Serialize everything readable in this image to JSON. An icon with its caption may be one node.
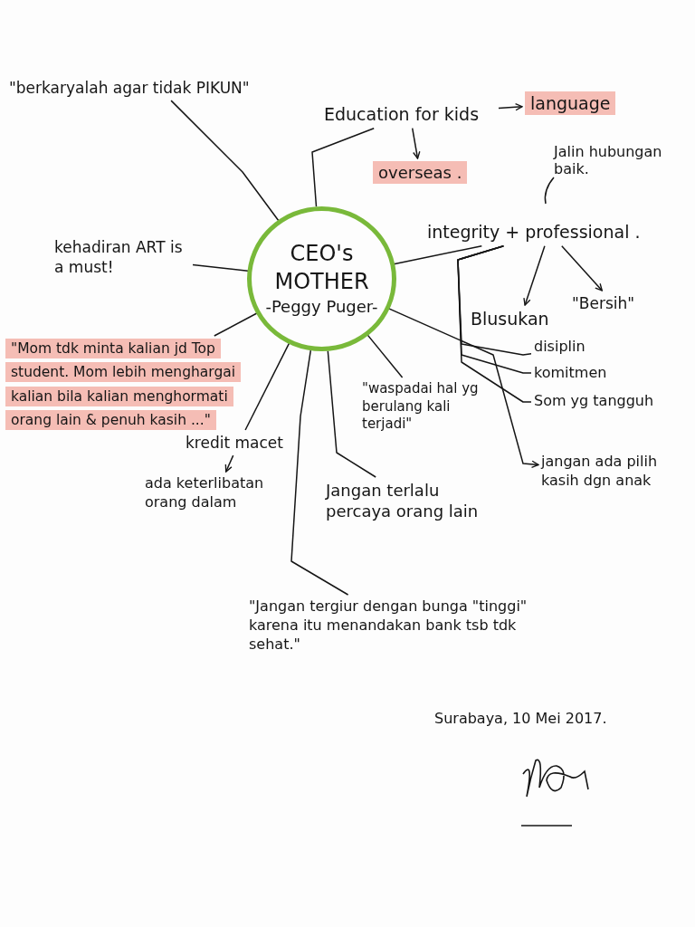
{
  "diagram": {
    "nodes": [
      {
        "text": [
          "CEO's MOTHER",
          "-Peggy Puger-"
        ]
      },
      {
        "text": [
          "\"berkaryalah agar tidak PIKUN\""
        ]
      },
      {
        "text": [
          "Education for kids"
        ]
      },
      {
        "text": [
          "language"
        ]
      },
      {
        "text": [
          "overseas ."
        ]
      },
      {
        "text": [
          "integrity + professional ."
        ]
      },
      {
        "text": [
          "Blusukan"
        ]
      },
      {
        "text": [
          "\"Bersih\""
        ]
      },
      {
        "text": [
          "disiplin"
        ]
      },
      {
        "text": [
          "komitmen"
        ]
      },
      {
        "text": [
          "Som yg tangguh"
        ]
      },
      {
        "text": [
          "kehadiran ART is a must!"
        ]
      },
      {
        "text": [
          "\"Mom tdk minta kalian jd Top student. Mom lebih menghargai kalian bila kalian menghormati orang lain & penuh kasih ...\""
        ]
      },
      {
        "text": [
          "kredit macet"
        ]
      },
      {
        "text": [
          "ada keterlibatan orang dalam"
        ]
      },
      {
        "text": [
          "\"waspadai hal yg berulang kali terjadi\""
        ]
      },
      {
        "text": [
          "Jangan terlalu percaya orang lain"
        ]
      },
      {
        "text": [
          "jangan ada pilih kasih dgn anak"
        ]
      },
      {
        "text": [
          "\"Jangan tergiur dengan bunga \"tinggi\" karena itu menandakan bank tsb tdk sehat.\""
        ]
      }
    ],
    "edges": [
      {
        "from": 0,
        "to": 1,
        "arrow": "none"
      },
      {
        "from": 0,
        "to": 2,
        "arrow": "none"
      },
      {
        "from": 2,
        "to": 3,
        "arrow": "to"
      },
      {
        "from": 2,
        "to": 4,
        "arrow": "to"
      },
      {
        "from": 0,
        "to": 5,
        "arrow": "none"
      },
      {
        "from": 5,
        "to": 6,
        "arrow": "to"
      },
      {
        "from": 5,
        "to": 7,
        "arrow": "to"
      },
      {
        "from": 5,
        "to": 8,
        "arrow": "none"
      },
      {
        "from": 5,
        "to": 9,
        "arrow": "none"
      },
      {
        "from": 5,
        "to": 10,
        "arrow": "none"
      },
      {
        "from": 0,
        "to": 11,
        "arrow": "none"
      },
      {
        "from": 0,
        "to": 12,
        "arrow": "none"
      },
      {
        "from": 0,
        "to": 13,
        "arrow": "none"
      },
      {
        "from": 13,
        "to": 14,
        "arrow": "to"
      },
      {
        "from": 0,
        "to": 15,
        "arrow": "none"
      },
      {
        "from": 0,
        "to": 16,
        "arrow": "none"
      },
      {
        "from": 0,
        "to": 17,
        "arrow": "to"
      },
      {
        "from": 0,
        "to": 18,
        "arrow": "none"
      }
    ],
    "labels": [
      "Jalin hubungan baik.",
      "Surabaya, 10 Mei 2017."
    ]
  }
}
